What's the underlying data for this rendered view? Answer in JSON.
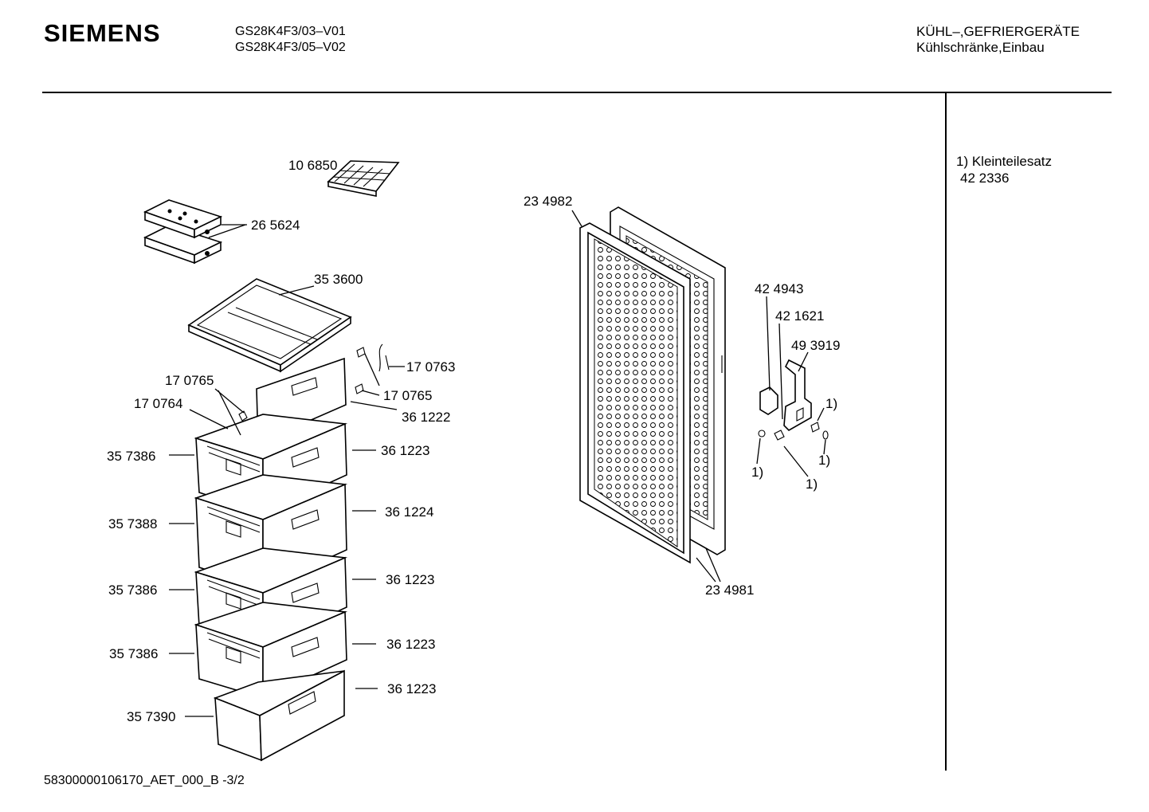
{
  "header": {
    "brand": "SIEMENS",
    "model_lines": [
      "GS28K4F3/03–V01",
      "GS28K4F3/05–V02"
    ],
    "category_lines": [
      "KÜHL–,GEFRIERGERÄTE",
      "Kühlschränke,Einbau"
    ]
  },
  "notes": {
    "line1": "1) Kleinteilesatz",
    "line2": "42 2336"
  },
  "footer": {
    "doc_id": "58300000106170_AET_000_B  -3/2"
  },
  "parts": {
    "ice_tray": "10 6850",
    "cold_packs": "26 5624",
    "tray_top": "35 3600",
    "clip_a": "17 0763",
    "clip_b_right": "17 0765",
    "clip_b_left": "17 0765",
    "clip_c": "17 0764",
    "front_top": "36 1222",
    "drawer1_body": "35 7386",
    "drawer1_front": "36 1223",
    "drawer2_body": "35 7388",
    "drawer2_front": "36 1224",
    "drawer3_body": "35 7386",
    "drawer3_front": "36 1223",
    "drawer4_body": "35 7386",
    "drawer4_front": "36 1223",
    "drawer5_body": "35 7390",
    "drawer5_front": "36 1223",
    "door_gasket": "23 4982",
    "door_panel": "23 4981",
    "hinge_a": "42 4943",
    "hinge_b": "42 1621",
    "hinge_c": "49 3919",
    "ref1_a": "1)",
    "ref1_b": "1)",
    "ref1_c": "1)",
    "ref1_d": "1)"
  }
}
